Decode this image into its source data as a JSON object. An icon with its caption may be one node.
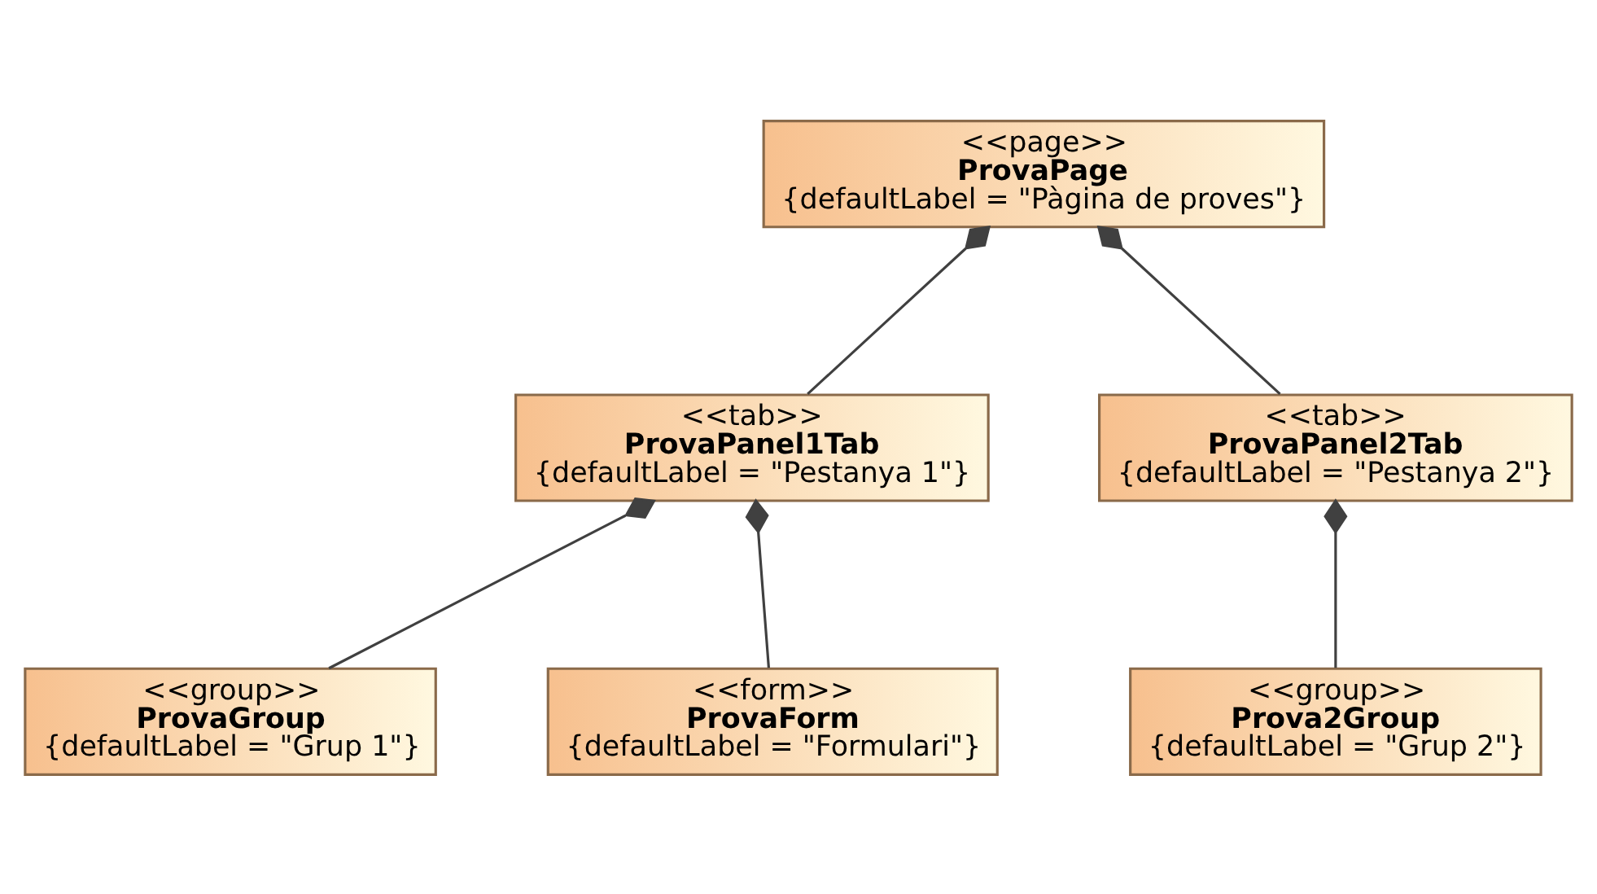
{
  "diagram": {
    "nodes": [
      {
        "text": [
          "<<page>>",
          "ProvaPage",
          "{defaultLabel = \"Pàgina de proves\"}"
        ]
      },
      {
        "text": [
          "<<tab>>",
          "ProvaPanel1Tab",
          "{defaultLabel = \"Pestanya 1\"}"
        ]
      },
      {
        "text": [
          "<<tab>>",
          "ProvaPanel2Tab",
          "{defaultLabel = \"Pestanya 2\"}"
        ]
      },
      {
        "text": [
          "<<group>>",
          "ProvaGroup",
          "{defaultLabel = \"Grup 1\"}"
        ]
      },
      {
        "text": [
          "<<form>>",
          "ProvaForm",
          "{defaultLabel = \"Formulari\"}"
        ]
      },
      {
        "text": [
          "<<group>>",
          "Prova2Group",
          "{defaultLabel = \"Grup 2\"}"
        ]
      }
    ],
    "edges": [
      {
        "from": 0,
        "to": 1,
        "arrow": "other"
      },
      {
        "from": 0,
        "to": 2,
        "arrow": "other"
      },
      {
        "from": 1,
        "to": 3,
        "arrow": "other"
      },
      {
        "from": 1,
        "to": 4,
        "arrow": "other"
      },
      {
        "from": 2,
        "to": 5,
        "arrow": "other"
      }
    ]
  }
}
